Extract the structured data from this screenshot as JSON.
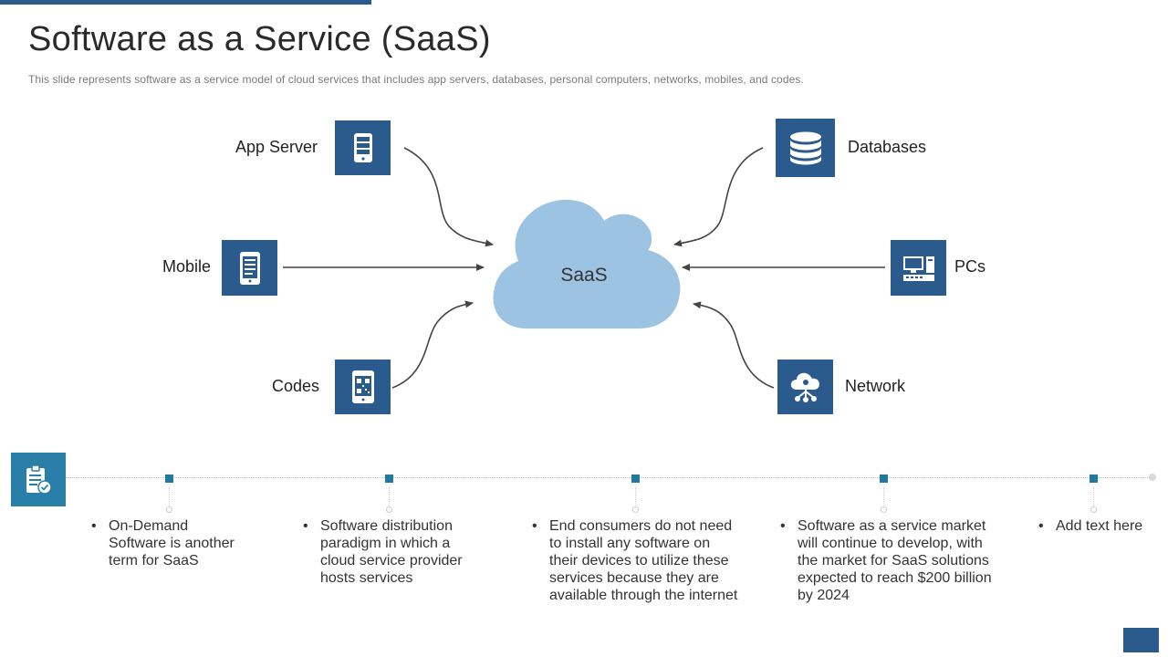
{
  "title": "Software as a Service (SaaS)",
  "subtitle": "This slide represents software as a service model of cloud services that includes app servers, databases, personal computers, networks, mobiles, and codes.",
  "diagram": {
    "center": "SaaS",
    "nodes": {
      "app_server": {
        "label": "App Server",
        "icon": "server-icon"
      },
      "databases": {
        "label": "Databases",
        "icon": "database-icon"
      },
      "mobile": {
        "label": "Mobile",
        "icon": "mobile-icon"
      },
      "pcs": {
        "label": "PCs",
        "icon": "computer-icon"
      },
      "codes": {
        "label": "Codes",
        "icon": "qr-code-icon"
      },
      "network": {
        "label": "Network",
        "icon": "cloud-network-icon"
      }
    }
  },
  "timeline": {
    "icon": "clipboard-check-icon",
    "items": [
      "On-Demand Software is another term for SaaS",
      "Software distribution paradigm in which a cloud service provider hosts services",
      "End consumers do not need to install any software on their devices to utilize these services because they are available through  the internet",
      "Software as a service market will continue to develop, with the market for SaaS solutions expected to reach $200 billion by 2024",
      "Add text here"
    ]
  },
  "colors": {
    "box": "#2b5a8c",
    "cloud": "#9dc3e2",
    "timeline_icon": "#2a7fa8",
    "marker": "#1f7a9e"
  }
}
